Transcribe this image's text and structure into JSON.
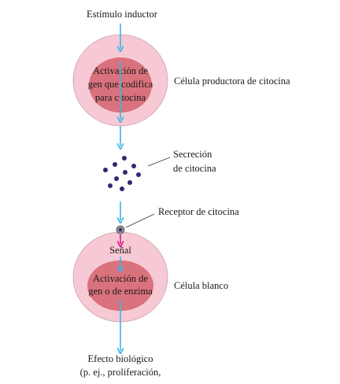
{
  "diagram": {
    "top_label": "Estímulo inductor",
    "producer_cell": {
      "inner_text": [
        "Activación de",
        "gen que codifica",
        "para citocina"
      ],
      "side_label": "Célula productora de citocina"
    },
    "secretion_label": [
      "Secreción",
      "de citocina"
    ],
    "receptor_label": "Receptor de citocina",
    "target_cell": {
      "signal_text": "Señal",
      "inner_text": [
        "Activación de",
        "gen o de enzima"
      ],
      "side_label": "Célula blanco"
    },
    "bottom_label": [
      "Efecto biológico",
      "(p. ej., proliferación,"
    ]
  },
  "colors": {
    "outer_cell": "#f7c9d4",
    "inner_nucleus": "#d9727c",
    "arrow": "#38b6e8",
    "signal_arrow": "#e0148c",
    "dot": "#2c2a6e",
    "receptor": "#8f8f8f"
  }
}
